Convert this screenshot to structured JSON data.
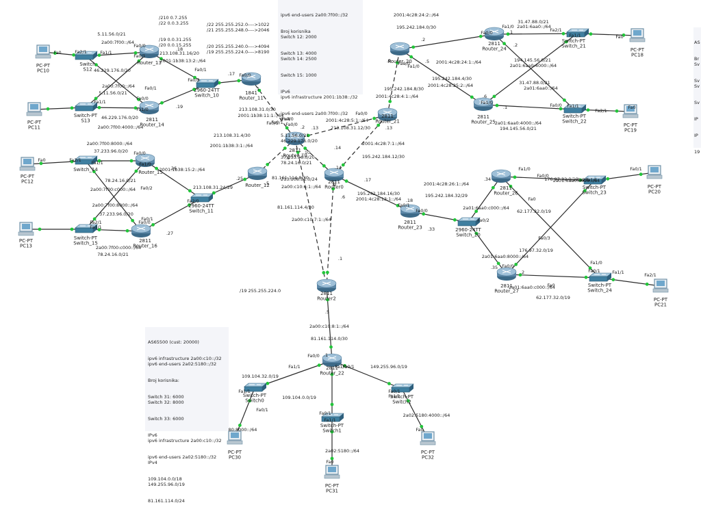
{
  "colors": {
    "link": "#2a2a2a",
    "port_up": "#22c53a",
    "router": "#5d88a8",
    "switch": "#3f7fa0",
    "pc": "#6d8fa6",
    "note_bg": "#f4f5f9"
  },
  "notes": {
    "mask_left": [
      "/210 0.7.255",
      "/22 0.0.3.255",
      "/19 0.0.31.255",
      "/20 0.0.15.255"
    ],
    "mask_right": [
      "/22 255.255.252.0---->1022",
      "/21 255.255.248.0---->2046",
      "/20 255.255.240.0---->4094",
      "/19 255.255.224.0---->8190"
    ],
    "as_top": [
      "ipv6 end-users 2a00:7f00::/32",
      "",
      "Broj korisnika",
      "Switch 12: 2000",
      "Switch 13: 4000",
      "Switch 14: 2500",
      "Switch 15: 1000",
      "",
      "IPv6",
      "ipv6 infrastructure 2001:1b38::/32",
      "ipv6 end-users 2a00:7f00::/32",
      "IPv4",
      "5.11.56.0/21",
      "46.229.176.0/20",
      "37.233.96.0/20",
      "78.24.16.0/21",
      "213.108.31.0/24"
    ],
    "as_bottom": [
      "AS65500 (cust: 20000)",
      "",
      "ipv6 infrastructure 2a00:c10::/32",
      "ipv6 end-users 2a02:5180::/32",
      "",
      "Broj korisnika:",
      "Switch 31: 6000",
      "Switch 32: 8000",
      "Switch 33: 6000",
      "",
      "IPv6",
      "ipv6 infrastructure 2a00:c10::/32",
      "ipv6 end-users 2a02:5180::/32",
      "IPv4",
      "109.104.0.0/18",
      "149.255.96.0/19",
      "81.161.114.0/24"
    ],
    "as_right": [
      "AS",
      "",
      "Br",
      "Sv",
      "Sv",
      "Sv",
      "Sv",
      "",
      "IP",
      "",
      "IP",
      "",
      "",
      "19"
    ],
    "mask_mid": "/19 255.255.224.0"
  },
  "devices": [
    {
      "id": "pc10",
      "type": "pc",
      "label": "PC-PT\nPC10"
    },
    {
      "id": "sw12",
      "type": "switch",
      "label": "Switch\nS12"
    },
    {
      "id": "r13",
      "type": "router",
      "label": "Router_13"
    },
    {
      "id": "pc11",
      "type": "pc",
      "label": "PC-PT\nPC11"
    },
    {
      "id": "sw13",
      "type": "switch",
      "label": "Switch-PT\nS13"
    },
    {
      "id": "r14",
      "type": "router",
      "label": "2811\nRouter_14"
    },
    {
      "id": "sw10",
      "type": "switch",
      "label": "2960-24TT\nSwitch_10"
    },
    {
      "id": "r11",
      "type": "router",
      "label": "1841\nRouter_11"
    },
    {
      "id": "pc12",
      "type": "pc",
      "label": "PC-PT\nPC12"
    },
    {
      "id": "sw14",
      "type": "switch",
      "label": "Switch_14"
    },
    {
      "id": "r15",
      "type": "router",
      "label": "Router_15"
    },
    {
      "id": "pc13",
      "type": "pc",
      "label": "PC-PT\nPC13"
    },
    {
      "id": "sw15",
      "type": "switch",
      "label": "Switch-PT\nSwitch_15"
    },
    {
      "id": "r16",
      "type": "router",
      "label": "2811\nRouter_16"
    },
    {
      "id": "sw11",
      "type": "switch",
      "label": "2960-24TT\nSwitch_11"
    },
    {
      "id": "r12",
      "type": "router",
      "label": "Router_12"
    },
    {
      "id": "r10",
      "type": "router",
      "label": "2811\nRouter_10"
    },
    {
      "id": "r0",
      "type": "router",
      "label": "2811\nRouter0"
    },
    {
      "id": "r20",
      "type": "router",
      "label": "Router_20"
    },
    {
      "id": "r21",
      "type": "router",
      "label": "2811\nRouter_21"
    },
    {
      "id": "r24",
      "type": "router",
      "label": "2811\nRouter_24"
    },
    {
      "id": "r25",
      "type": "router",
      "label": "2811\nRouter_25"
    },
    {
      "id": "sw21",
      "type": "switch",
      "label": "Switch-PT\nSwitch_21"
    },
    {
      "id": "pc18",
      "type": "pc",
      "label": "PC-PT\nPC18"
    },
    {
      "id": "sw22",
      "type": "switch",
      "label": "Switch-PT\nSwitch_22"
    },
    {
      "id": "pc19",
      "type": "pc",
      "label": "PC-PT\nPC19"
    },
    {
      "id": "r23",
      "type": "router",
      "label": "2811\nRouter_23"
    },
    {
      "id": "sw20",
      "type": "switch",
      "label": "2960-24TT\nSwitch_20"
    },
    {
      "id": "r26",
      "type": "router",
      "label": "2811\nRouter_26"
    },
    {
      "id": "sw23",
      "type": "switch",
      "label": "Switch-PT\nSwitch_23"
    },
    {
      "id": "pc20",
      "type": "pc",
      "label": "PC-PT\nPC20"
    },
    {
      "id": "r27",
      "type": "router",
      "label": "2811\nRouter_27"
    },
    {
      "id": "sw24",
      "type": "switch",
      "label": "Switch-PT\nSwitch_24"
    },
    {
      "id": "pc21",
      "type": "pc",
      "label": "PC-PT\nPC21"
    },
    {
      "id": "r2",
      "type": "router",
      "label": "2811\nRouter2"
    },
    {
      "id": "r22",
      "type": "router",
      "label": "2811\nRouter_22"
    },
    {
      "id": "sw0",
      "type": "switch",
      "label": "Switch-PT\nSwitch0"
    },
    {
      "id": "sw1",
      "type": "switch",
      "label": "Switch-PT\nSwitch1"
    },
    {
      "id": "sw2",
      "type": "switch",
      "label": "Switch-PT\nSwitch2"
    },
    {
      "id": "pc30",
      "type": "pc",
      "label": "PC-PT\nPC30"
    },
    {
      "id": "pc31",
      "type": "pc",
      "label": "PC-PT\nPC31"
    },
    {
      "id": "pc32",
      "type": "pc",
      "label": "PC-PT\nPC32"
    }
  ],
  "links": [
    {
      "a": "pc10",
      "b": "sw12",
      "style": "solid"
    },
    {
      "a": "sw12",
      "b": "r13",
      "style": "solid"
    },
    {
      "a": "sw12",
      "b": "r14",
      "style": "solid"
    },
    {
      "a": "pc11",
      "b": "sw13",
      "style": "solid"
    },
    {
      "a": "sw13",
      "b": "r14",
      "style": "solid"
    },
    {
      "a": "sw13",
      "b": "r13",
      "style": "solid"
    },
    {
      "a": "r13",
      "b": "sw10",
      "style": "solid"
    },
    {
      "a": "r14",
      "b": "sw10",
      "style": "solid"
    },
    {
      "a": "sw10",
      "b": "r11",
      "style": "solid"
    },
    {
      "a": "r11",
      "b": "r10",
      "style": "dashed"
    },
    {
      "a": "pc12",
      "b": "sw14",
      "style": "solid"
    },
    {
      "a": "sw14",
      "b": "r15",
      "style": "solid"
    },
    {
      "a": "sw14",
      "b": "r16",
      "style": "solid"
    },
    {
      "a": "pc13",
      "b": "sw15",
      "style": "solid"
    },
    {
      "a": "sw15",
      "b": "r16",
      "style": "solid"
    },
    {
      "a": "sw15",
      "b": "r15",
      "style": "solid"
    },
    {
      "a": "r15",
      "b": "sw11",
      "style": "solid"
    },
    {
      "a": "r16",
      "b": "sw11",
      "style": "solid"
    },
    {
      "a": "sw11",
      "b": "r12",
      "style": "solid"
    },
    {
      "a": "r12",
      "b": "r10",
      "style": "dashed"
    },
    {
      "a": "r10",
      "b": "r21",
      "style": "dashed"
    },
    {
      "a": "r10",
      "b": "r0",
      "style": "dashed"
    },
    {
      "a": "r10",
      "b": "r2",
      "style": "dashed"
    },
    {
      "a": "r0",
      "b": "r21",
      "style": "dashed"
    },
    {
      "a": "r0",
      "b": "r2",
      "style": "dashed"
    },
    {
      "a": "r0",
      "b": "r23",
      "style": "solid"
    },
    {
      "a": "r21",
      "b": "r20",
      "style": "dashed"
    },
    {
      "a": "r20",
      "b": "r24",
      "style": "solid"
    },
    {
      "a": "r20",
      "b": "r25",
      "style": "solid"
    },
    {
      "a": "r24",
      "b": "sw21",
      "style": "solid"
    },
    {
      "a": "r24",
      "b": "sw22",
      "style": "solid"
    },
    {
      "a": "r25",
      "b": "sw22",
      "style": "solid"
    },
    {
      "a": "r25",
      "b": "sw21",
      "style": "solid"
    },
    {
      "a": "sw21",
      "b": "pc18",
      "style": "solid"
    },
    {
      "a": "sw22",
      "b": "pc19",
      "style": "solid"
    },
    {
      "a": "r23",
      "b": "sw20",
      "style": "solid"
    },
    {
      "a": "sw20",
      "b": "r26",
      "style": "solid"
    },
    {
      "a": "sw20",
      "b": "r27",
      "style": "solid"
    },
    {
      "a": "r26",
      "b": "sw23",
      "style": "solid"
    },
    {
      "a": "r26",
      "b": "sw24",
      "style": "solid"
    },
    {
      "a": "r27",
      "b": "sw24",
      "style": "solid"
    },
    {
      "a": "r27",
      "b": "sw23",
      "style": "solid"
    },
    {
      "a": "sw23",
      "b": "pc20",
      "style": "solid"
    },
    {
      "a": "sw24",
      "b": "pc21",
      "style": "solid"
    },
    {
      "a": "r2",
      "b": "r22",
      "style": "solid"
    },
    {
      "a": "r22",
      "b": "sw0",
      "style": "solid"
    },
    {
      "a": "r22",
      "b": "sw1",
      "style": "solid"
    },
    {
      "a": "r22",
      "b": "sw2",
      "style": "solid"
    },
    {
      "a": "sw0",
      "b": "pc30",
      "style": "solid"
    },
    {
      "a": "sw1",
      "b": "pc31",
      "style": "solid"
    },
    {
      "a": "sw2",
      "b": "pc32",
      "style": "solid"
    }
  ],
  "labels": [
    "5.11.56.0/21",
    "2a00:7f00::/64",
    "Fa0",
    "Fa2/1",
    "Fa1/1",
    "Fa0/0",
    ".18",
    "Fa0/1",
    "46.229.176.0/20",
    "2a00:7f00::/64",
    "5.11.56.0/21",
    "Fa0/1",
    "Fa1/1",
    "Fa0/0",
    "Fa1/0",
    "46.229.176.0/20",
    "2a00:7f00:4000::/64",
    ".19",
    "213.108.31.16/20",
    "2001:1b38:13:2::/64",
    "Fa0/1",
    "Fa0/2",
    ".17",
    "Fa0/0",
    ".1",
    "213.108.31.0/30",
    "2001:1b38:11:1::/64",
    "Fa0/0",
    "Fa0/1",
    ".2",
    ".13",
    "213.108.31.4/30",
    "2001:1b38:3:1::/64",
    ".6",
    ".10",
    "2a00:7f00:8000::/64",
    "37.233.96.0/20",
    "Fa0/0",
    "Fa0",
    "Fa2/1",
    "Fa1/1",
    "Fa1/0",
    ".26",
    "78.24.16.0/21",
    "2a00:7f00:c000::/64",
    "2001:1b38:15:2::/64",
    "Fa2/0",
    "Fa0/2",
    "2a00:7f00:8000::/64",
    "37.233.96.0/20",
    "Fa2/1",
    "Fa1/1",
    "Fa0/0",
    "Fa0/1",
    ".27",
    ".25",
    "2a00:7f00:c000::/64",
    "78.24.16.0/21",
    "213.108.31.24/29",
    ".5",
    "Fa0/1",
    "Fa0/0",
    "2001:4c28:5:1::/64",
    "213.108.31.12/30",
    ".14",
    "Fa0/0",
    ".13",
    "2001:4c28:7:1::/64",
    "195.242.184.12/30",
    "81.161.114.8/30",
    ".9",
    "2a00:c10:6:1::/64",
    ".14",
    ".17",
    "81.161.114.4/30",
    ".6",
    "2a00:c10:7:1::/64",
    "195.242.184.16/30",
    "2001:4c28:13:1::/64",
    ".18",
    "Fa0/1",
    "Fa0/0",
    ".33",
    "2001:4c28:4:1::/64",
    "195.242.184.8/30",
    "2001:4c28:24:2::/64",
    "195.242.184.0/30",
    ".2",
    ".9",
    "Fa0/0",
    "Fa1/0",
    ".5",
    "195.242.184.4/30",
    "2001:4c28:25:2::/64",
    "2001:4c28:24:1::/64",
    "Fa1/0",
    ".1",
    "Fa0/0",
    "31.47.88.0/21",
    "2a01:6aa0::/64",
    "Fa2/1",
    "Fa1/1",
    "Fa0",
    ".2",
    "194.145.56.0/21",
    "2a01:6aa0:4000::/64",
    "31.47.88.0/21",
    "2a01:6aa0::/64",
    ".6",
    "Fa1/0",
    ".1",
    "Fa0/0",
    "Fa1/1",
    "Fa2/1",
    "Fa0",
    "2a01:6aa0:4000::/64",
    "194.145.56.0/21",
    "2001:4c28:26:1::/64",
    "195.242.184.32/29",
    ".34",
    "Fa1/0",
    "Fa0/0",
    "176.97.32.0/19",
    "2a01:6aa0:8000::/64",
    "Fa1/1",
    "Fa2/1",
    "Fa0/1",
    "Fa0",
    "62.177.32.0/19",
    "2a01:6aa0:c000::/64",
    "Fa0/2",
    "Fa0/3",
    "176.97.32.0/19",
    "2a01:6aa0:8000::/64",
    ".35",
    "Fa0/0",
    ".2",
    "Fa1/0",
    "Fa0/1",
    "Fa1/1",
    "Fa2/1",
    "Fa0",
    "62.177.32.0/19",
    "2a01:6aa0:c000::/64",
    ".1",
    ".5",
    "2a00:c10:8:1::/64",
    "81.161.114.0/30",
    "Fa0/0",
    ".1",
    "Fa0/1",
    "Fa1/0",
    "Fa1/1",
    "109.104.0.0/19",
    "149.255.96.0/19",
    "109.104.32.0/19",
    "Fa1/1",
    "Fa0/1",
    "Fa1/1",
    "Fa0/1",
    "Fa1/1",
    "Fa0/1",
    "2a02:5180::/64",
    "2a02:5180:4000::/64",
    "2a02:5180:8000::/64",
    "Fa0",
    "Fa0",
    "Fa0"
  ]
}
